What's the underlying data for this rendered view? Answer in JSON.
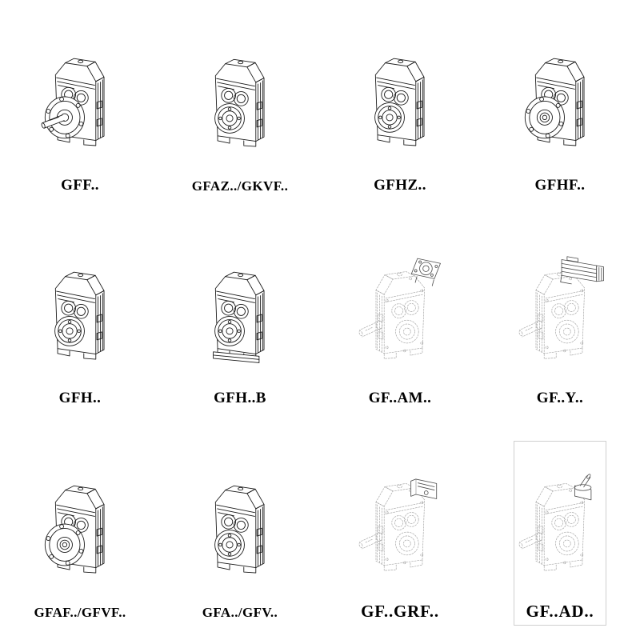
{
  "catalog": {
    "items": [
      {
        "label": "GFF..",
        "illustration": "flange-shaft-gearbox"
      },
      {
        "label": "GFAZ../GKVF..",
        "illustration": "hollow-shaft-gearbox"
      },
      {
        "label": "GFHZ..",
        "illustration": "hollow-shaft-gearbox"
      },
      {
        "label": "GFHF..",
        "illustration": "flange-hollow-gearbox"
      },
      {
        "label": "GFH..",
        "illustration": "hollow-shaft-gearbox"
      },
      {
        "label": "GFH..B",
        "illustration": "hollow-shaft-gearbox-base"
      },
      {
        "label": "GF..AM..",
        "illustration": "gearbox-motor-flange-adapter"
      },
      {
        "label": "GF..Y..",
        "illustration": "gearbox-with-motor"
      },
      {
        "label": "GFAF../GFVF..",
        "illustration": "flange-hollow-gearbox"
      },
      {
        "label": "GFA../GFV..",
        "illustration": "hollow-shaft-gearbox"
      },
      {
        "label": "GF..GRF..",
        "illustration": "gearbox-input-cover"
      },
      {
        "label": "GF..AD..",
        "illustration": "gearbox-input-shaft-adapter"
      }
    ]
  },
  "colors": {
    "ink": "#1a1a1a",
    "ghost": "#a6a6a6",
    "addon": "#4d4d4d"
  }
}
